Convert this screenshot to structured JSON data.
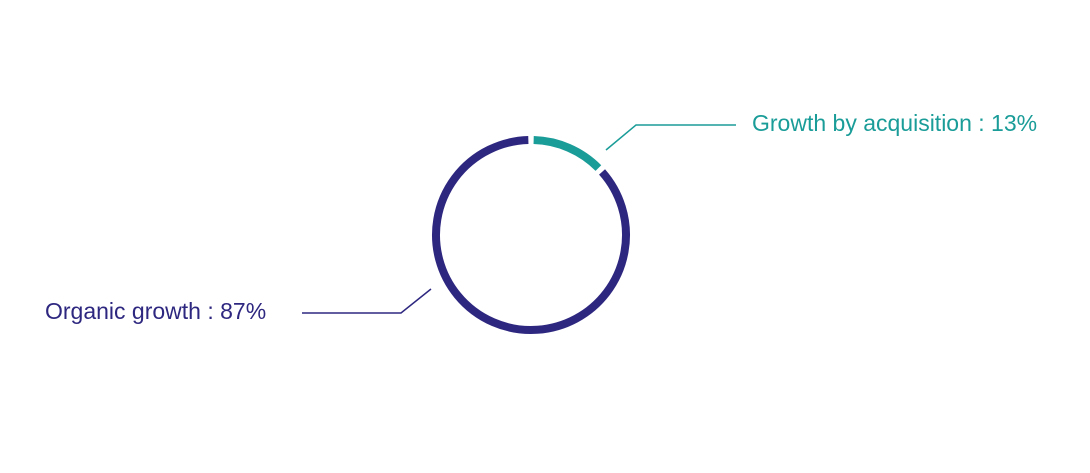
{
  "chart_data": {
    "type": "pie",
    "style": "donut-ring",
    "slices": [
      {
        "label": "Growth by acquisition",
        "value": 13,
        "display": "Growth by acquisition : 13%",
        "color": "#1a9c98"
      },
      {
        "label": "Organic growth",
        "value": 87,
        "display": "Organic growth : 87%",
        "color": "#2e2780"
      }
    ],
    "legend": "leader-line labels beside slices"
  }
}
